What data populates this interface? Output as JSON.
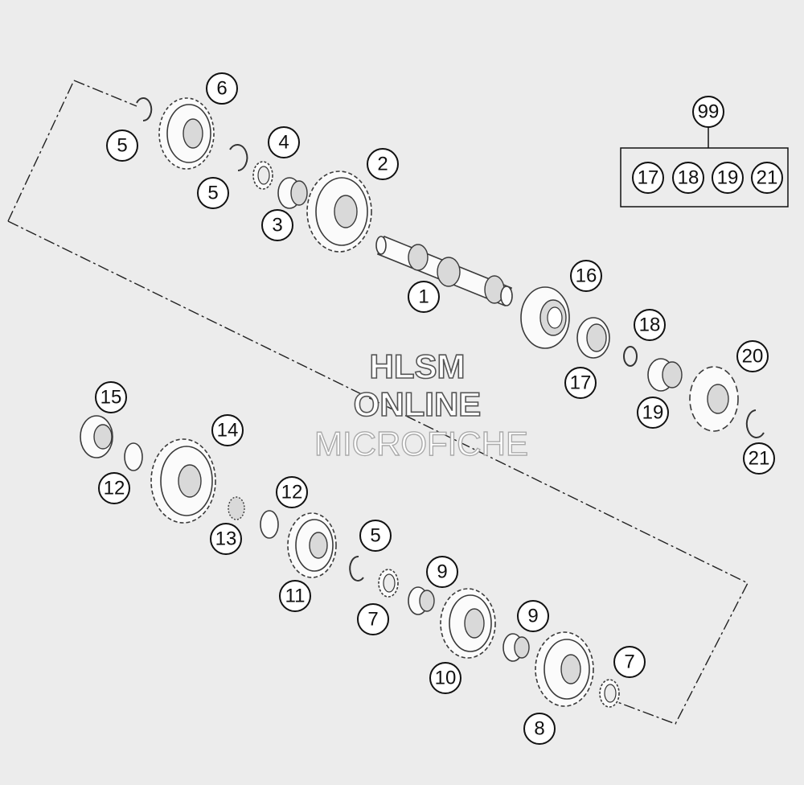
{
  "diagram": {
    "callouts": [
      "1",
      "2",
      "3",
      "4",
      "5",
      "5",
      "6",
      "16",
      "17",
      "18",
      "19",
      "20",
      "21",
      "15",
      "14",
      "12",
      "12",
      "13",
      "11",
      "5",
      "9",
      "7",
      "10",
      "9",
      "8",
      "7"
    ],
    "kit": {
      "number": "99",
      "members": [
        "17",
        "18",
        "19",
        "21"
      ]
    }
  },
  "watermark": {
    "line1": "HLSM",
    "line2": "ONLINE",
    "line3": "MICROFICHE"
  },
  "colors": {
    "background": "#ececec",
    "line": "#111111",
    "part_fill": "#fbfbfb"
  }
}
